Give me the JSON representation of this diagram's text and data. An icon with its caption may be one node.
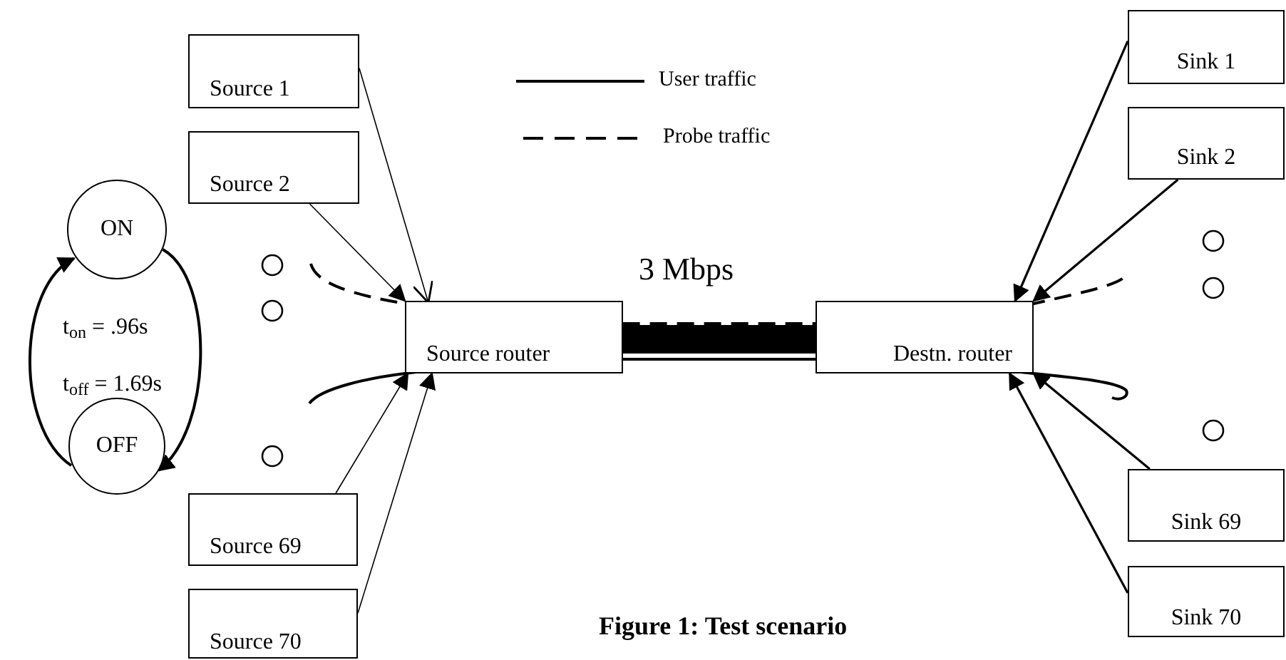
{
  "diagram": {
    "caption": "Figure 1: Test scenario",
    "nodes": [
      {
        "text": [
          "Source 1"
        ]
      },
      {
        "text": [
          "Source 2"
        ]
      },
      {
        "text": [
          "ON"
        ]
      },
      {
        "text": [
          "OFF"
        ]
      },
      {
        "text": [
          "Source router"
        ]
      },
      {
        "text": [
          "Destn. router"
        ]
      },
      {
        "text": [
          "Source 69"
        ]
      },
      {
        "text": [
          "Source 70"
        ]
      },
      {
        "text": [
          "Sink 1"
        ]
      },
      {
        "text": [
          "Sink 2"
        ]
      },
      {
        "text": [
          "Sink 69"
        ]
      },
      {
        "text": [
          "Sink 70"
        ]
      }
    ],
    "edges": [
      {
        "from": 0,
        "to": 4,
        "arrow": "to"
      },
      {
        "from": 1,
        "to": 4,
        "arrow": "to"
      },
      {
        "from": 6,
        "to": 4,
        "arrow": "to"
      },
      {
        "from": 7,
        "to": 4,
        "arrow": "to"
      },
      {
        "from": 8,
        "to": 5,
        "arrow": "to"
      },
      {
        "from": 9,
        "to": 5,
        "arrow": "to"
      },
      {
        "from": 10,
        "to": 5,
        "arrow": "to"
      },
      {
        "from": 11,
        "to": 5,
        "arrow": "to"
      },
      {
        "from": 2,
        "to": 3,
        "arrow": "to"
      },
      {
        "from": 3,
        "to": 2,
        "arrow": "to"
      },
      {
        "from": 4,
        "to": 5,
        "arrow": "none",
        "style": "thick",
        "label": "3 Mbps"
      }
    ],
    "labels": [
      "t$_{on}$ = .96s",
      "t$_{off}$ = 1.69s"
    ],
    "legend": [
      {
        "text": "User traffic"
      },
      {
        "text": "Probe traffic"
      }
    ]
  }
}
